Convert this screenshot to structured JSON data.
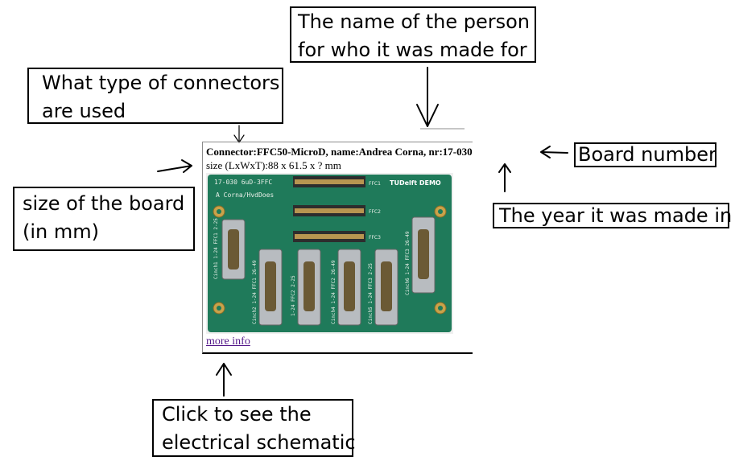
{
  "callouts": {
    "name_line1": "The name of the person",
    "name_line2": "for who it was made for",
    "connectors_line1": "What type of connectors",
    "connectors_line2": "are used",
    "size_line1": "size of the board",
    "size_line2": "(in mm)",
    "board_number": "Board number",
    "year": "The year it was made in",
    "click_line1": "Click to see the",
    "click_line2": "electrical schematic"
  },
  "card": {
    "title": "Connector:FFC50-MicroD, name:Andrea Corna, nr:17-030",
    "size": "size (LxWxT):88 x 61.5 x ? mm",
    "more_info": "more info",
    "link_color": "#551a8b"
  },
  "board": {
    "silk_id": "17-030 6uD-3FFC",
    "silk_owner": "A Corna/HvdDoes",
    "logo": "TUDelft DEMO",
    "ffc_labels": [
      "FFC1",
      "FFC2",
      "FFC3"
    ],
    "connector_labels": [
      "Cinch1 1-24 FFC1 2-25",
      "Cinch2 1-24 FFC1 26-49",
      "1-24 FFC2 2-25",
      "Cinch4 1-24 FFC2 26-49",
      "Cinch5 1-24 FFC3 2-25",
      "Cinch6 1-24 FFC3 26-49"
    ],
    "pcb_color": "#1f7a5a"
  }
}
